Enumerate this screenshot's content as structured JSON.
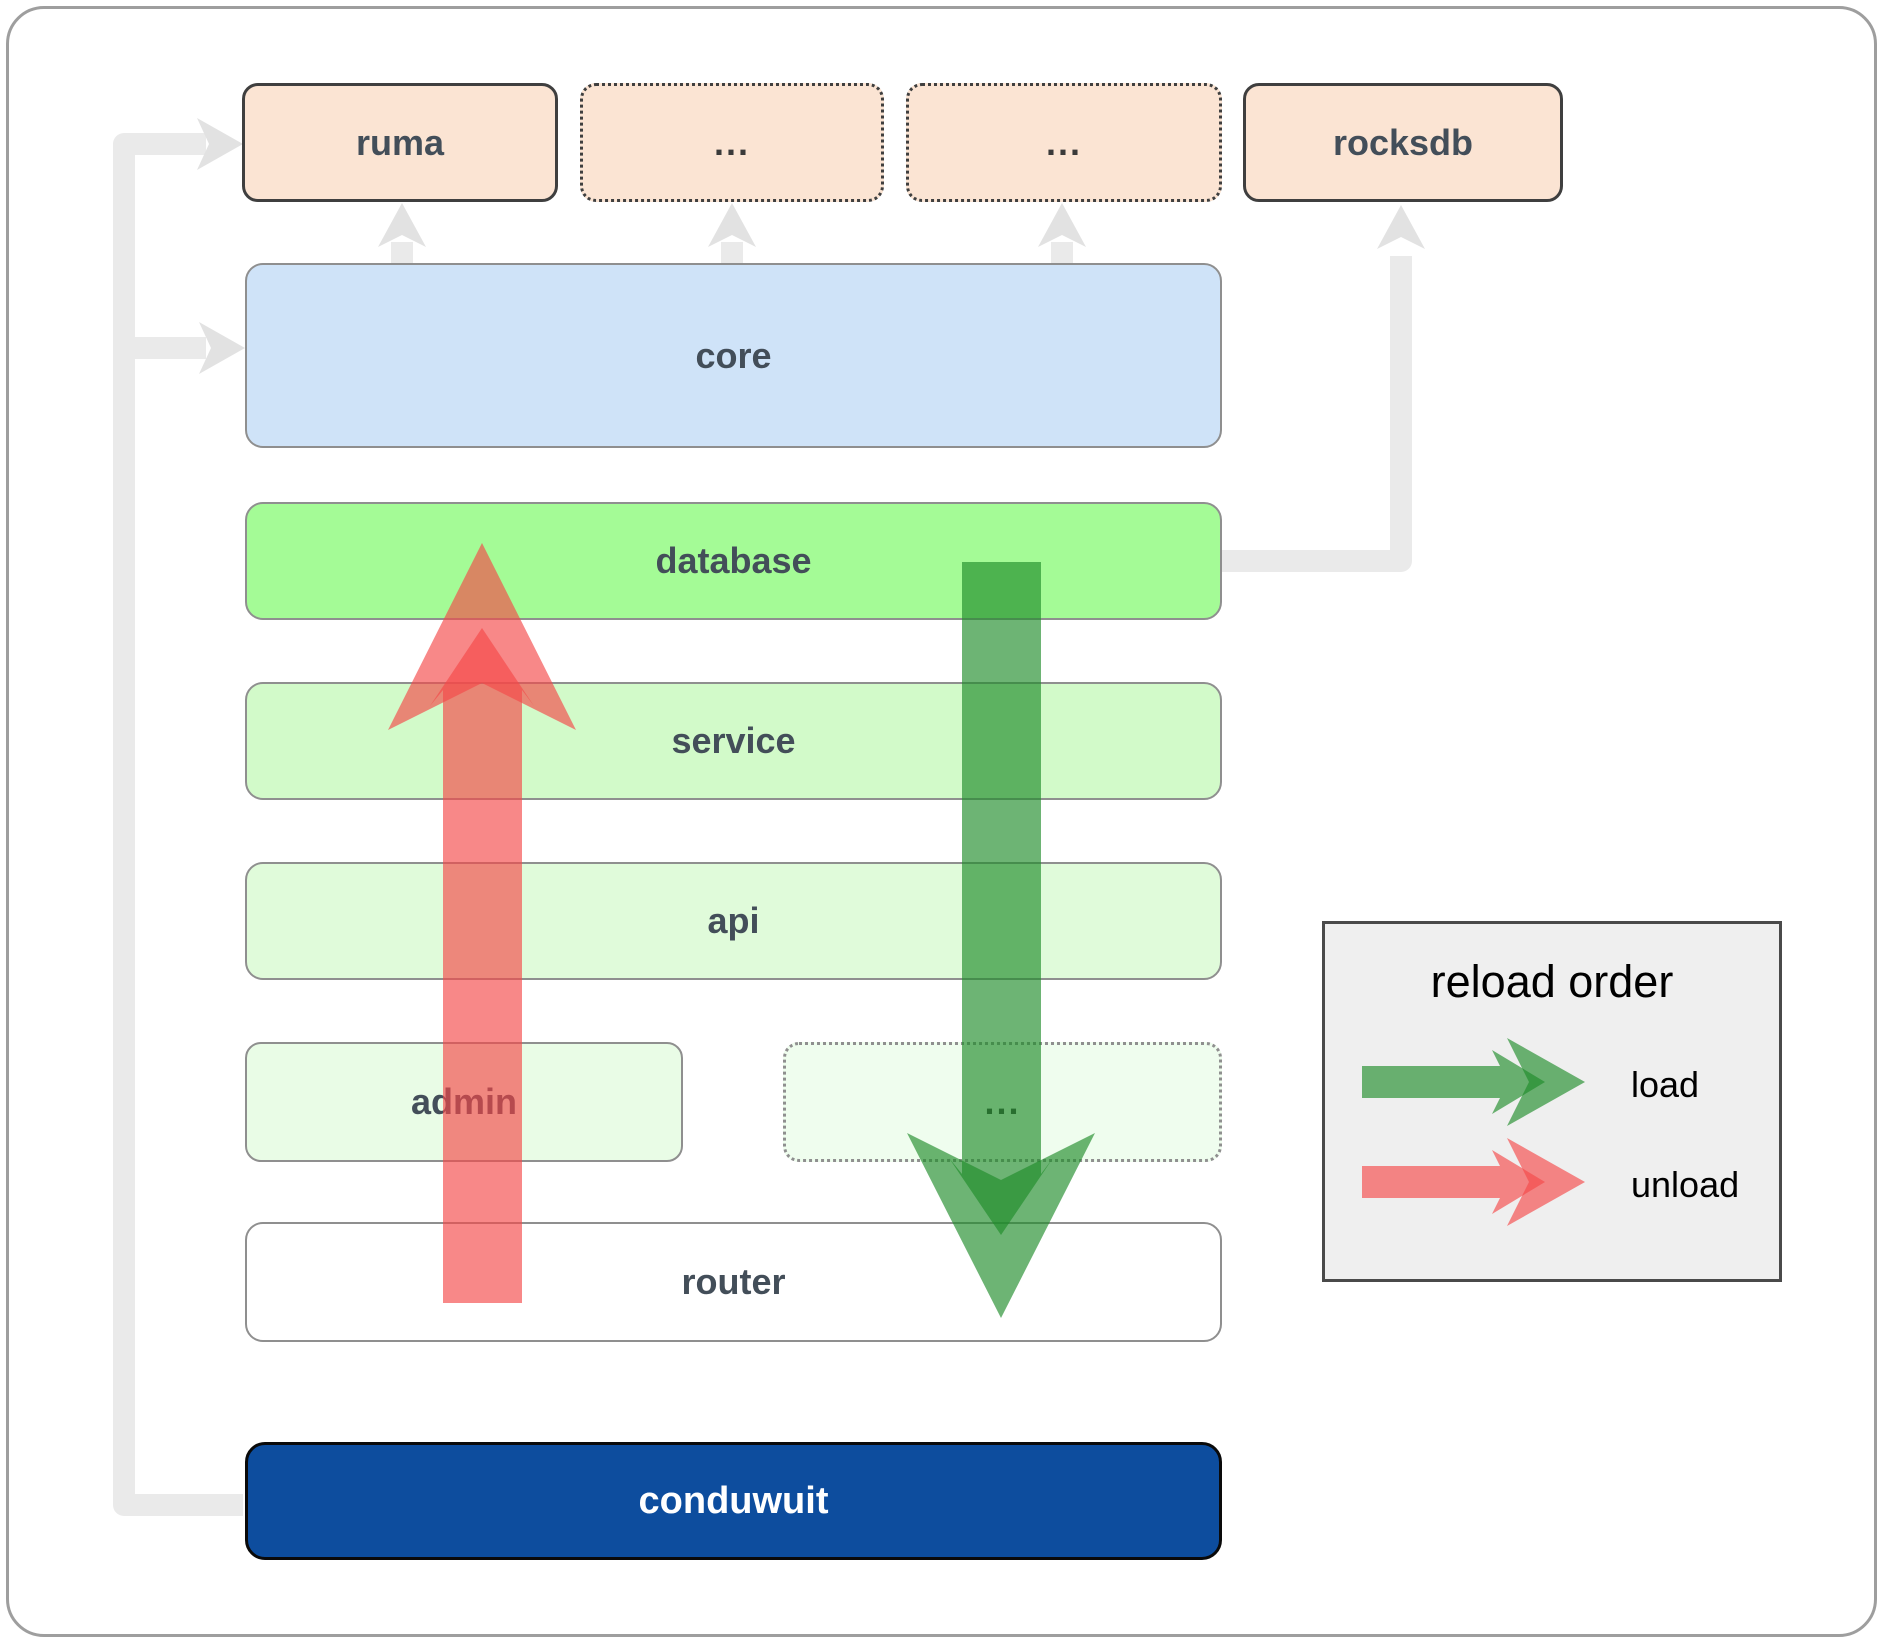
{
  "colors": {
    "peach": "#fbe4d3",
    "blue": "#cfe3f8",
    "green-bright": "#a4fb96",
    "green-light": "#d2fac9",
    "green-lighter": "#e0fbda",
    "green-faint": "#e9fce6",
    "green-faintest": "#effdee",
    "navy": "#0d4d9e",
    "arrow-green": "#1f8c29",
    "arrow-red": "#f54848",
    "connector": "#eaeaea",
    "connector-head": "#e2e2e2",
    "legend-bg": "#efefef",
    "label": "#434e59"
  },
  "boxes": {
    "ruma": {
      "label": "ruma"
    },
    "ellipsis_top_1": {
      "label": "..."
    },
    "ellipsis_top_2": {
      "label": "..."
    },
    "rocksdb": {
      "label": "rocksdb"
    },
    "core": {
      "label": "core"
    },
    "database": {
      "label": "database"
    },
    "service": {
      "label": "service"
    },
    "api": {
      "label": "api"
    },
    "admin": {
      "label": "admin"
    },
    "ellipsis_bottom": {
      "label": "..."
    },
    "router": {
      "label": "router"
    },
    "conduwuit": {
      "label": "conduwuit"
    }
  },
  "legend": {
    "title": "reload order",
    "load_label": "load",
    "unload_label": "unload"
  }
}
